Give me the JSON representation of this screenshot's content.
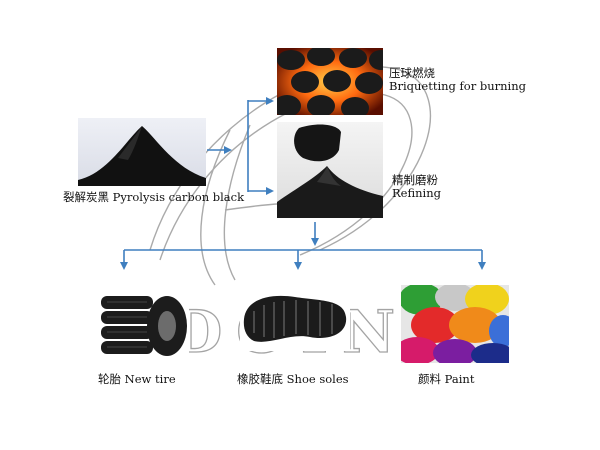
{
  "diagram": {
    "source": {
      "label": "裂解炭黑 Pyrolysis carbon black",
      "image": "carbon-black-powder-pile"
    },
    "outputs_top": [
      {
        "label_cn": "压球燃烧",
        "label_en": "Briquetting for burning",
        "image": "glowing-briquettes"
      },
      {
        "label_cn": "精制磨粉",
        "label_en": "Refining",
        "image": "fine-black-powder"
      }
    ],
    "applications": [
      {
        "label": "轮胎 New tire",
        "image": "tire-stack"
      },
      {
        "label": "橡胶鞋底  Shoe soles",
        "image": "rubber-shoe-sole"
      },
      {
        "label": "颜料  Paint",
        "image": "pigment-powders"
      }
    ],
    "watermark": "DOING",
    "colors": {
      "arrow": "#3f7fbf",
      "watermark": "#9a9a9a",
      "text": "#111111"
    }
  }
}
